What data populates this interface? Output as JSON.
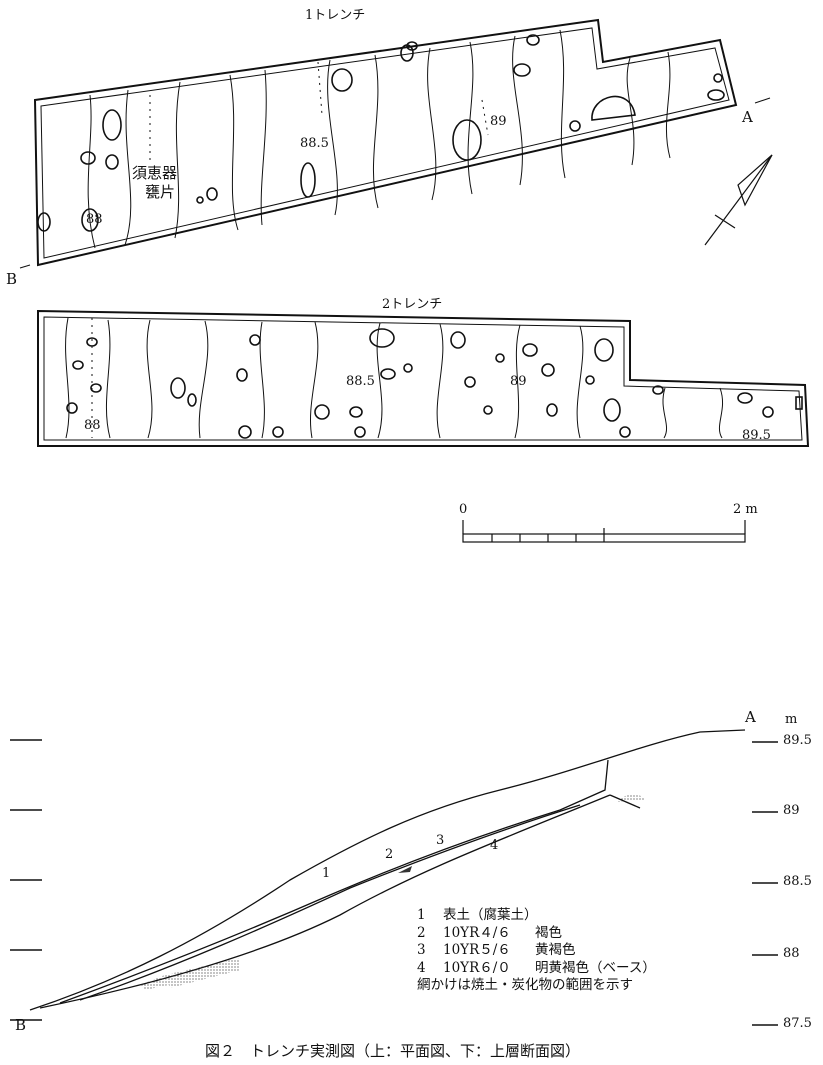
{
  "figure": {
    "caption": "図２　トレンチ実測図（上：平面図、下：上層断面図）"
  },
  "plan": {
    "trench1": {
      "title": "1トレンチ",
      "contours": [
        "88",
        "88.5",
        "89"
      ],
      "find_label_line1": "須恵器",
      "find_label_line2": "甕片",
      "point_a": "A",
      "point_b": "B"
    },
    "trench2": {
      "title": "2トレンチ",
      "contours": [
        "88",
        "88.5",
        "89",
        "89.5"
      ]
    },
    "scale": {
      "start": "0",
      "end": "2 m"
    }
  },
  "section": {
    "point_a": "A",
    "point_b": "B",
    "unit": "m",
    "elevations": [
      "89.5",
      "89",
      "88.5",
      "88",
      "87.5"
    ],
    "layer_labels": [
      "1",
      "2",
      "3",
      "4"
    ],
    "legend": [
      {
        "num": "1",
        "code": "",
        "desc": "表土（腐葉土）"
      },
      {
        "num": "2",
        "code": "10YR４/６",
        "desc": "褐色"
      },
      {
        "num": "3",
        "code": "10YR５/６",
        "desc": "黄褐色"
      },
      {
        "num": "4",
        "code": "10YR６/０",
        "desc": "明黄褐色（ベース）"
      }
    ],
    "legend_note": "網かけは焼土・炭化物の範囲を示す"
  }
}
